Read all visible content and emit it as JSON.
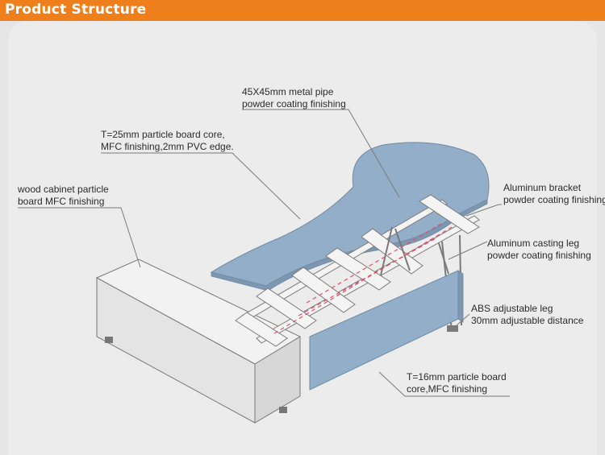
{
  "header": {
    "title": "Product Structure",
    "accent_color": "#ef7f1a"
  },
  "labels": {
    "metal_pipe": [
      "45X45mm metal pipe",
      "powder coating finishing"
    ],
    "desktop": [
      "T=25mm particle board core,",
      "MFC finishing,2mm PVC edge."
    ],
    "cabinet": [
      "wood cabinet particle",
      "board MFC finishing"
    ],
    "bracket": [
      "Aluminum bracket",
      "powder coating finishing"
    ],
    "casting_leg": [
      "Aluminum casting leg",
      "powder coating finishing"
    ],
    "adjustable_leg": [
      "ABS adjustable leg",
      "30mm adjustable distance"
    ],
    "modesty_panel": [
      "T=16mm particle board",
      "core,MFC finishing"
    ]
  },
  "colors": {
    "panel_blue": "#93aec8",
    "frame_gray": "#f4f4f4",
    "line_gray": "#8a8a8a",
    "dashed_red": "#e0506a"
  }
}
